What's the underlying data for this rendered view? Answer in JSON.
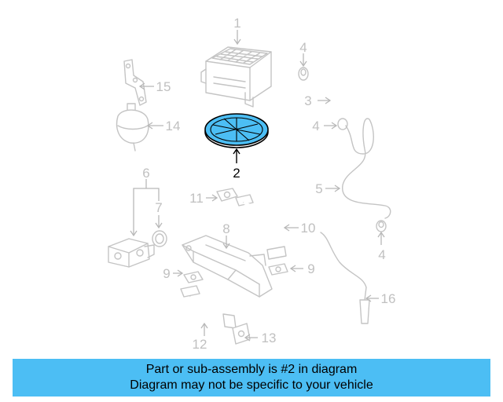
{
  "diagram": {
    "highlight_color": "#4cbef4",
    "highlighted_part": "2",
    "callouts": {
      "c1": "1",
      "c2": "2",
      "c3": "3",
      "c4a": "4",
      "c4b": "4",
      "c4c": "4",
      "c5": "5",
      "c6": "6",
      "c7": "7",
      "c8": "8",
      "c9a": "9",
      "c9b": "9",
      "c10": "10",
      "c11": "11",
      "c12": "12",
      "c13": "13",
      "c14": "14",
      "c15": "15",
      "c16": "16"
    }
  },
  "caption": {
    "background": "#4cbef4",
    "line1": "Part or sub-assembly is #2 in diagram",
    "line2": "Diagram may not be specific to your vehicle"
  }
}
